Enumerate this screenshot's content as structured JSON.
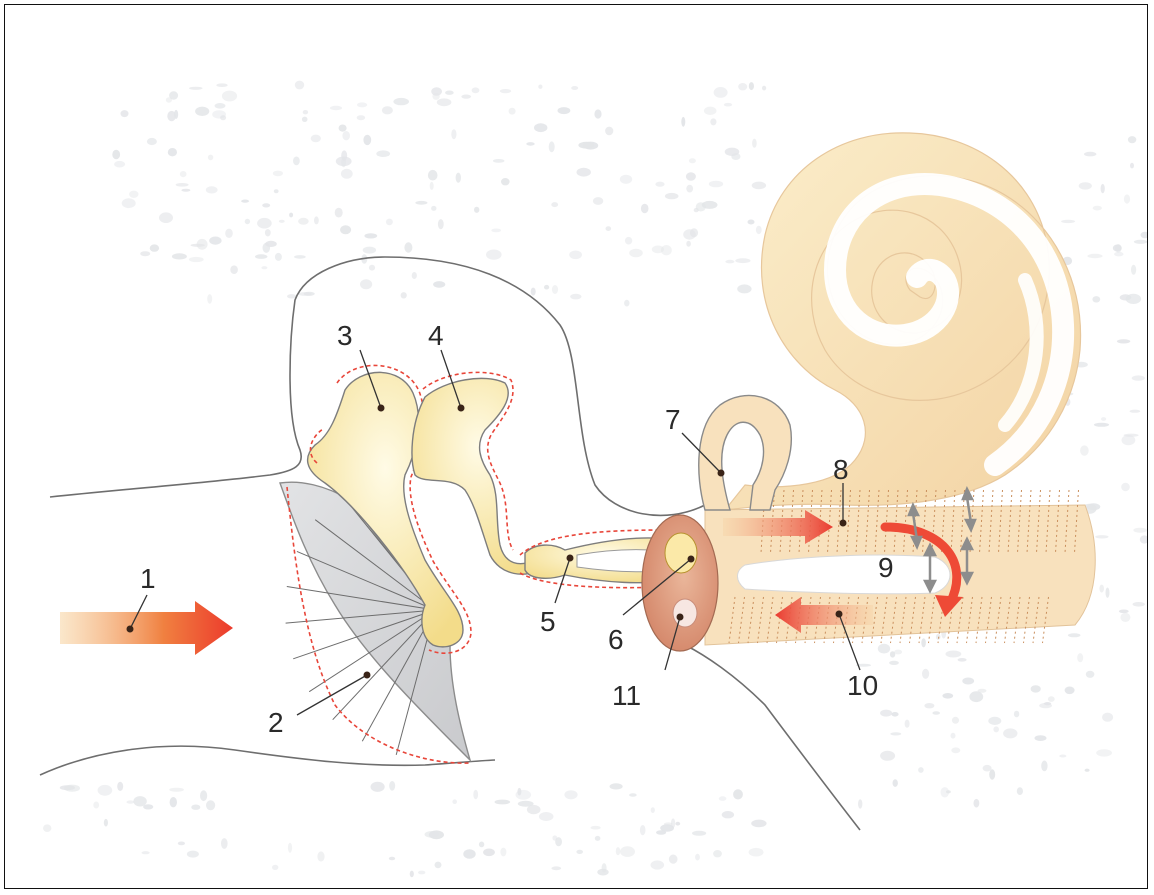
{
  "labels": {
    "l1": "1",
    "l2": "2",
    "l3": "3",
    "l4": "4",
    "l5": "5",
    "l6": "6",
    "l7": "7",
    "l8": "8",
    "l9": "9",
    "l10": "10",
    "l11": "11"
  },
  "colors": {
    "bone_speckle": "#e4e6e8",
    "ossicle_fill": "#fbf0c0",
    "cochlea_fill": "#f8e2bd",
    "eardrum_fill": "#d9dadc",
    "oval_window_fill": "#dc9a7a",
    "wave_arrow": "#ee4a36",
    "dotted_outline": "#e8463a"
  }
}
